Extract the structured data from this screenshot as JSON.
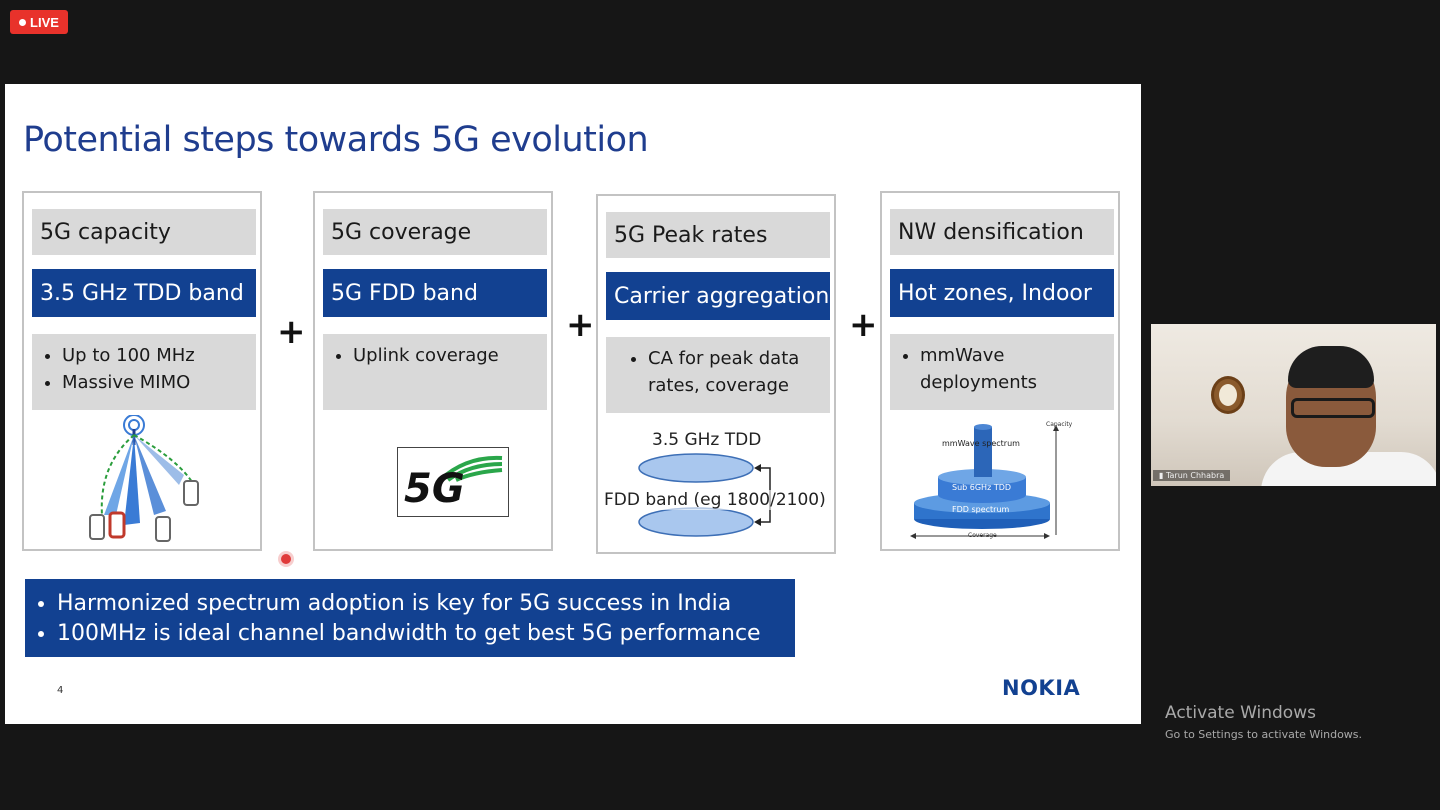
{
  "live_badge": "LIVE",
  "slide": {
    "title": "Potential steps towards 5G evolution",
    "cards": [
      {
        "header": "5G capacity",
        "band": "3.5 GHz TDD band",
        "bullets": [
          "Up to 100 MHz",
          "Massive MIMO"
        ]
      },
      {
        "header": "5G coverage",
        "band": "5G FDD band",
        "bullets": [
          "Uplink coverage"
        ],
        "logo_text": "5G"
      },
      {
        "header": "5G Peak rates",
        "band": "Carrier aggregation",
        "bullets": [
          "CA for peak data rates, coverage"
        ],
        "diagram_top": "3.5 GHz TDD",
        "diagram_bottom": "FDD band (eg 1800/2100)"
      },
      {
        "header": "NW densification",
        "band": "Hot zones, Indoor",
        "bullets": [
          "mmWave deployments"
        ],
        "pyramid": {
          "top": "mmWave spectrum",
          "mid": "Sub 6GHz TDD",
          "base": "FDD spectrum",
          "x_axis": "Coverage",
          "y_axis": "Capacity"
        }
      }
    ],
    "plus": "+",
    "summary": [
      "Harmonized spectrum adoption is key for 5G success in India",
      "100MHz is ideal channel bandwidth to get best 5G performance"
    ],
    "page_number": "4",
    "logo": "NOKIA"
  },
  "webcam": {
    "name": "Tarun Chhabra"
  },
  "watermark": {
    "title": "Activate Windows",
    "subtitle": "Go to Settings to activate Windows."
  },
  "colors": {
    "brand_blue": "#124191",
    "title_blue": "#1f3d8e",
    "panel_grey": "#d9d9d9",
    "live_red": "#e8322b"
  }
}
